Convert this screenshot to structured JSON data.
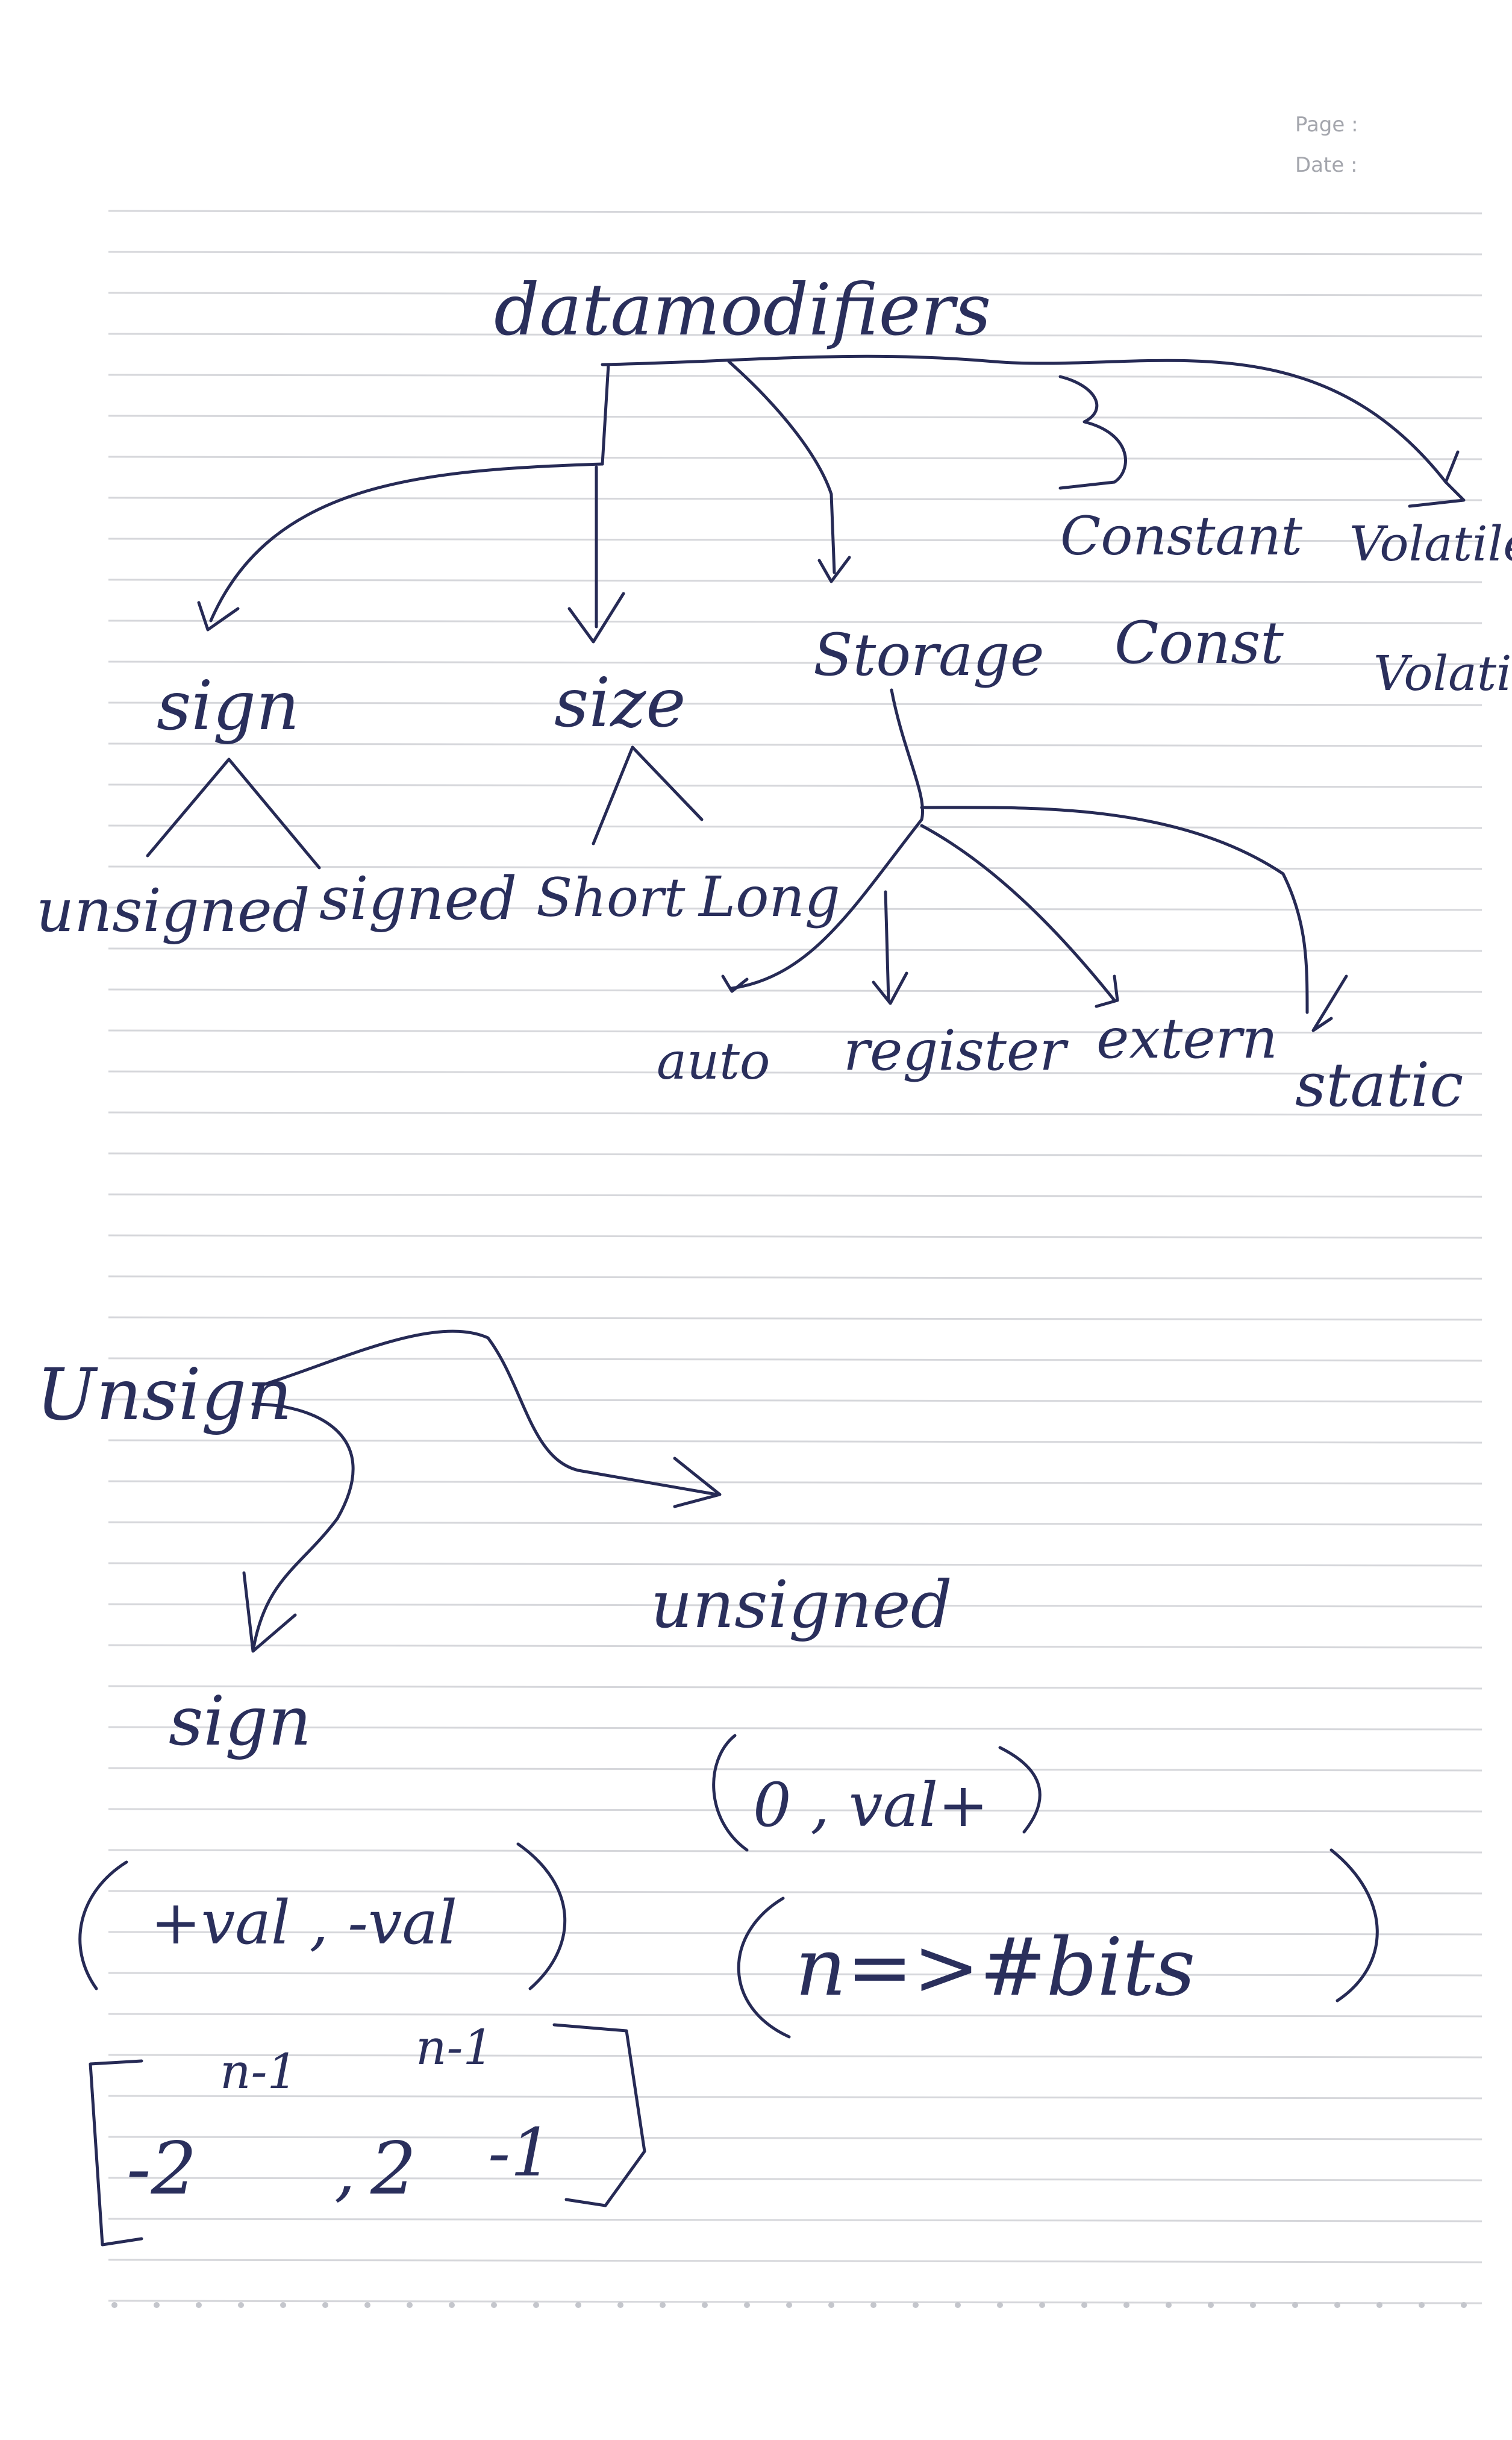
{
  "header": {
    "page_label": "Page :",
    "date_label": "Date :"
  },
  "diagram1": {
    "root": "datamodifiers",
    "children": {
      "sign": "sign",
      "size": "size",
      "storage": "Storage",
      "constant": "Constant",
      "volatile": "Volatile"
    },
    "aliases": {
      "const": "Const",
      "volatile": "Volatile"
    },
    "sign_types": [
      "unsigned",
      "signed"
    ],
    "size_types": [
      "Short",
      "Long"
    ],
    "storage_types": [
      "auto",
      "register",
      "extern",
      "static"
    ]
  },
  "diagram2": {
    "root": "Unsign",
    "left": {
      "label": "sign",
      "range_text": "+val , -val",
      "formula_base": "-2",
      "formula_exp": "n-1",
      "formula_sep": ",",
      "formula_base2": "2",
      "formula_exp2": "n-1",
      "formula_tail": "-1"
    },
    "right": {
      "label": "unsigned",
      "range_text": "0 , val+",
      "note": "n=>#bits"
    }
  }
}
